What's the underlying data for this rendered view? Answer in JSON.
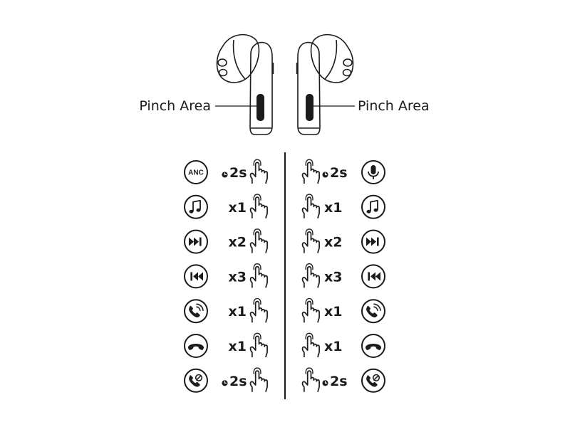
{
  "labels": {
    "left_pinch": "Pinch Area",
    "right_pinch": "Pinch Area"
  },
  "colors": {
    "ink": "#1c1c1c",
    "background": "#ffffff"
  },
  "controls": {
    "left": [
      {
        "function_icon": "anc-icon",
        "function_text": "ANC",
        "count": "2s",
        "hold": true
      },
      {
        "function_icon": "music-note-icon",
        "count": "x1",
        "hold": false
      },
      {
        "function_icon": "next-track-icon",
        "count": "x2",
        "hold": false
      },
      {
        "function_icon": "previous-track-icon",
        "count": "x3",
        "hold": false
      },
      {
        "function_icon": "answer-call-icon",
        "count": "x1",
        "hold": false
      },
      {
        "function_icon": "hang-up-icon",
        "count": "x1",
        "hold": false
      },
      {
        "function_icon": "reject-call-icon",
        "count": "2s",
        "hold": true
      }
    ],
    "right": [
      {
        "function_icon": "microphone-icon",
        "count": "2s",
        "hold": true
      },
      {
        "function_icon": "music-note-icon",
        "count": "x1",
        "hold": false
      },
      {
        "function_icon": "next-track-icon",
        "count": "x2",
        "hold": false
      },
      {
        "function_icon": "previous-track-icon",
        "count": "x3",
        "hold": false
      },
      {
        "function_icon": "answer-call-icon",
        "count": "x1",
        "hold": false
      },
      {
        "function_icon": "hang-up-icon",
        "count": "x1",
        "hold": false
      },
      {
        "function_icon": "reject-call-icon",
        "count": "2s",
        "hold": true
      }
    ]
  }
}
